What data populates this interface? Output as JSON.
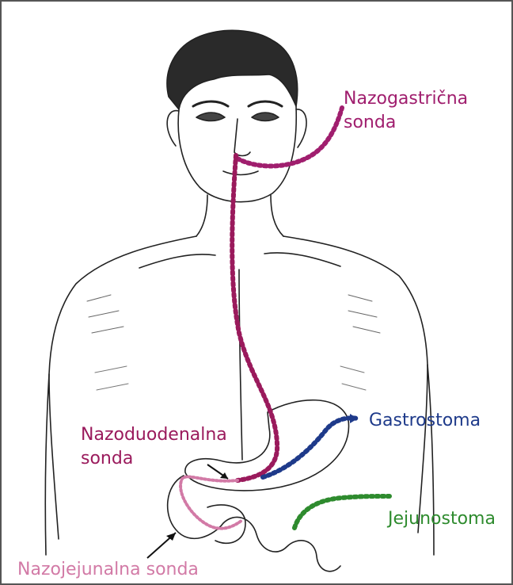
{
  "labels": {
    "nasogastric_line1": "Nazogastrična",
    "nasogastric_line2": "sonda",
    "gastrostomy": "Gastrostoma",
    "nasoduodenal_line1": "Nazoduodenalna",
    "nasoduodenal_line2": "sonda",
    "jejunostomy": "Jejunostoma",
    "nasojejunal": "Nazojejunalna sonda"
  },
  "colors": {
    "nasogastric": "#a01e6e",
    "nasoduodenal": "#9a1a5c",
    "gastrostomy": "#1e3a8a",
    "jejunostomy": "#2e8b2e",
    "nasojejunal": "#d27aa6",
    "ink": "#222222"
  }
}
